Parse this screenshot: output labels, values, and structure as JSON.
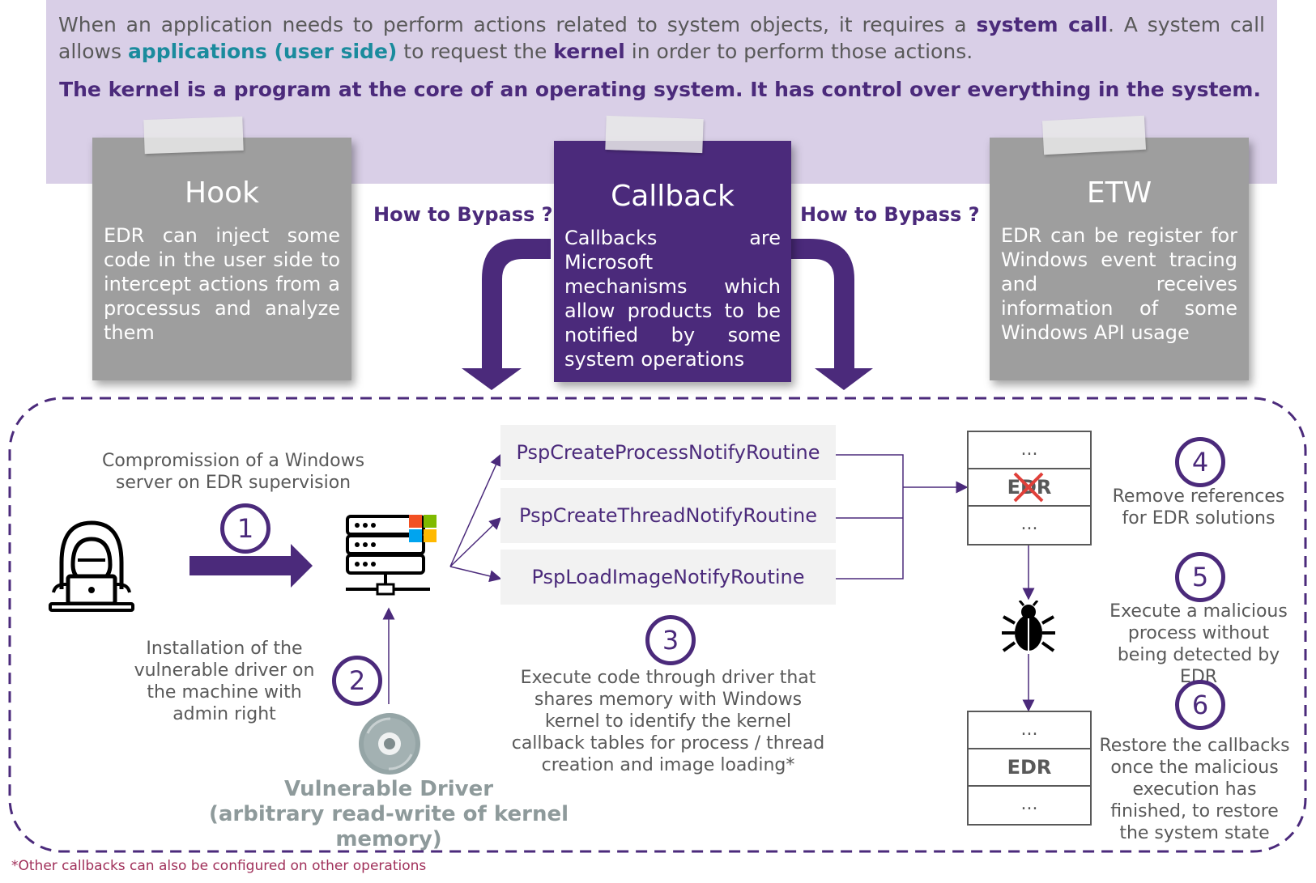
{
  "intro": {
    "part1": "When an application needs to perform actions related to system objects, it requires a ",
    "system_call": "system call",
    "part2": ". A system call allows ",
    "applications": "applications (user side)",
    "part3": " to request the ",
    "kernel": "kernel",
    "part4": " in order to perform those actions.",
    "kernel_definition": "The kernel is a program at the core of an operating system. It has control over everything in the system."
  },
  "notes": {
    "hook": {
      "title": "Hook",
      "text": "EDR can inject some code in the user side to intercept actions from a processus and analyze them"
    },
    "callback": {
      "title": "Callback",
      "text": "Callbacks are Microsoft mechanisms which allow products to be notified by some system operations"
    },
    "etw": {
      "title": "ETW",
      "text": "EDR can be register for Windows event tracing and receives information of some Windows API usage"
    }
  },
  "bypass_left": "How to Bypass ?",
  "bypass_right": "How to Bypass ?",
  "steps": {
    "s1": {
      "number": "1",
      "text": "Compromission of a Windows server on EDR supervision"
    },
    "s2": {
      "number": "2",
      "text": "Installation of the vulnerable driver on the machine with admin right"
    },
    "s3": {
      "number": "3",
      "text": "Execute code through driver that shares memory with Windows kernel to identify the kernel callback tables for process / thread creation and image loading*"
    },
    "s4": {
      "number": "4",
      "text": "Remove references for EDR solutions"
    },
    "s5": {
      "number": "5",
      "text": "Execute a malicious process without being detected by EDR"
    },
    "s6": {
      "number": "6",
      "text": "Restore the callbacks once the malicious execution has finished, to restore the system state"
    }
  },
  "vulnerable_driver": {
    "title": "Vulnerable Driver",
    "subtitle": "(arbitrary read-write of kernel memory)"
  },
  "routines": [
    "PspCreateProcessNotifyRoutine",
    "PspCreateThreadNotifyRoutine",
    "PspLoadImageNotifyRoutine"
  ],
  "table_top": {
    "row1": "...",
    "row2": "EDR",
    "row3": "..."
  },
  "table_bottom": {
    "row1": "...",
    "row2": "EDR",
    "row3": "..."
  },
  "footnote": "*Other callbacks can also be configured on other operations",
  "colors": {
    "purple": "#4b2a7b",
    "lavender": "#d9cfe7",
    "note_gray": "#9e9e9e",
    "teal": "#1a8b9d",
    "red": "#e0403a",
    "footnote": "#a0305a"
  },
  "icons": [
    "hacker-icon",
    "server-icon",
    "windows-logo-icon",
    "disc-icon",
    "bug-icon",
    "red-cross-icon"
  ]
}
